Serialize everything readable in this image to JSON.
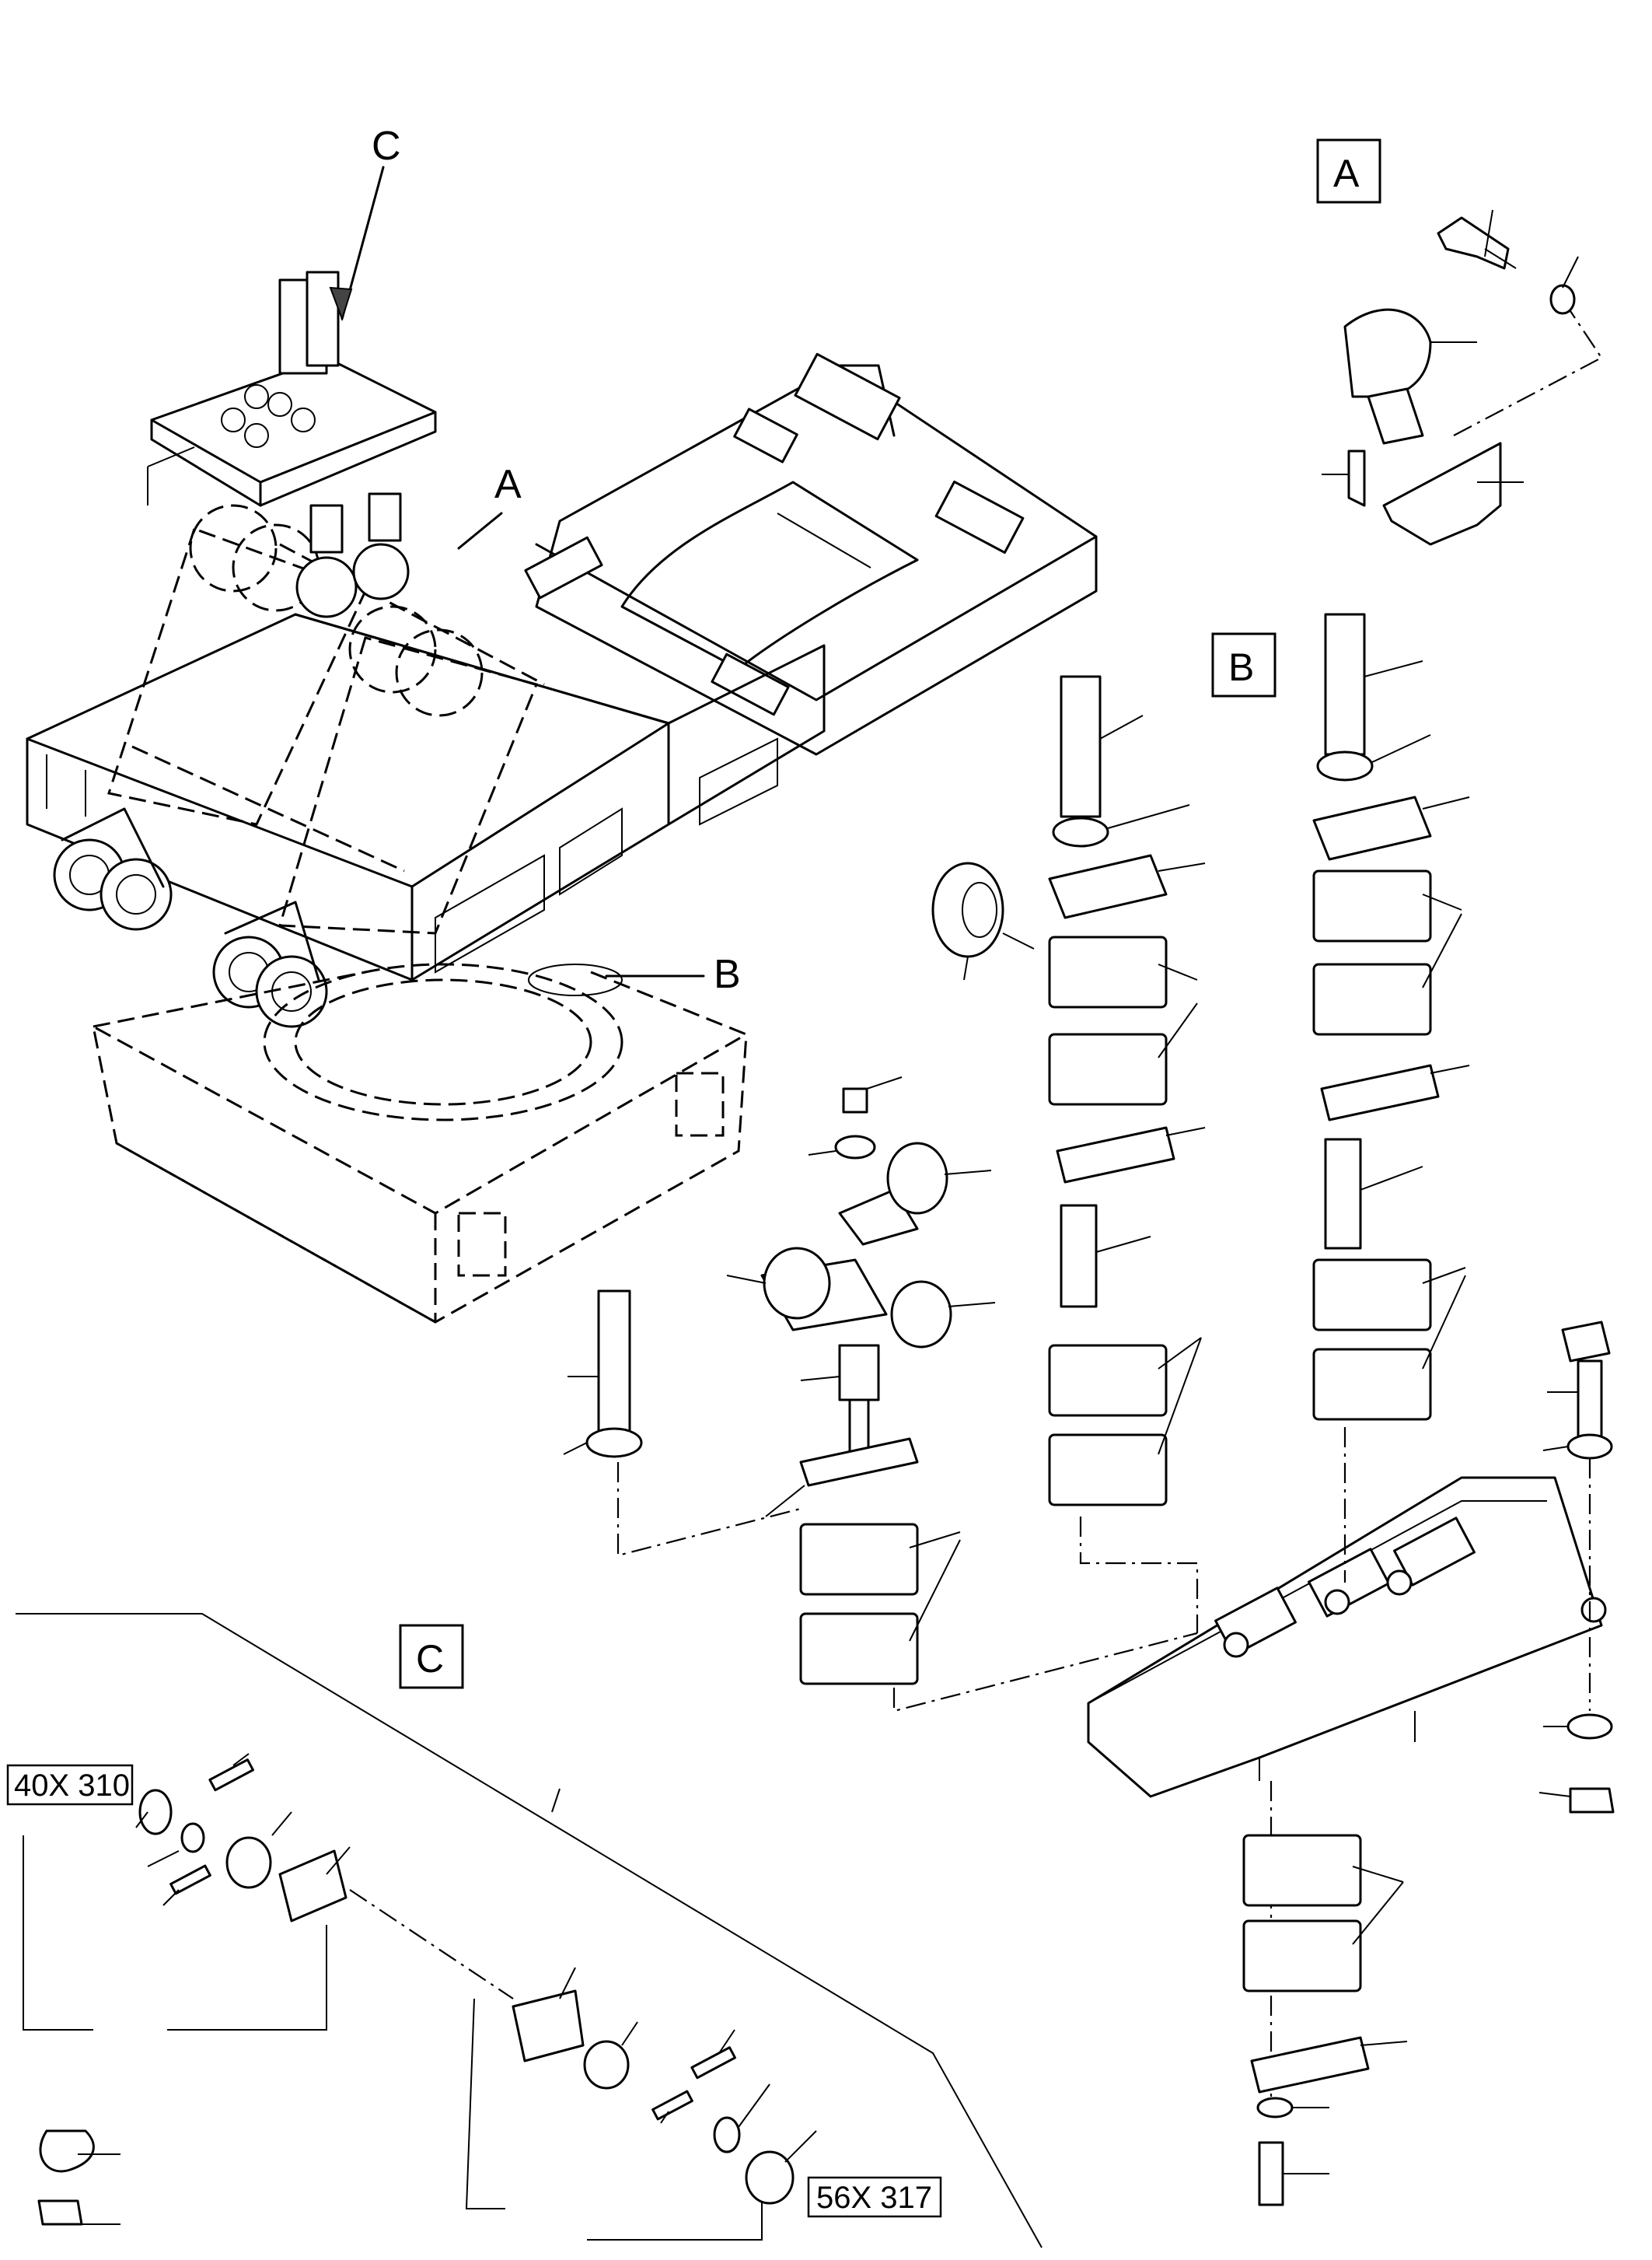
{
  "callouts": {
    "detail_a": "A",
    "detail_b": "B",
    "detail_c": "C",
    "arrow_a": "A",
    "arrow_b": "B",
    "arrow_c": "C"
  },
  "reference_tags": {
    "left_clamp": "40X 310",
    "right_clamp": "56X 317"
  }
}
